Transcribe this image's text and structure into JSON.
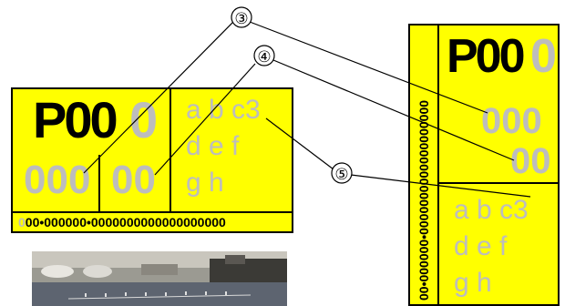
{
  "horizontal_display": {
    "plate_black": "P00",
    "plate_gray": "0",
    "row2_left": "000",
    "row2_right": "00",
    "letters_line1": "a b c3",
    "letters_line2": "d e f",
    "letters_line3": "g h",
    "bottom_prefix_black": "",
    "bottom_prefix_gray": "0",
    "bottom_text": "00•000000•0000000000000000000"
  },
  "vertical_display": {
    "side_strip": "00•000000•0000000000000000000",
    "plate_black": "P00",
    "plate_gray": "0",
    "row2": "000",
    "row3": "00",
    "letters_line1": "a b c3",
    "letters_line2": "d e f",
    "letters_line3": "g h"
  },
  "callouts": [
    {
      "label": "③"
    },
    {
      "label": "④"
    },
    {
      "label": "⑤"
    }
  ],
  "colors": {
    "panel": "#ffff00",
    "gray_text": "#bdbdbd",
    "lines": "#000000"
  }
}
